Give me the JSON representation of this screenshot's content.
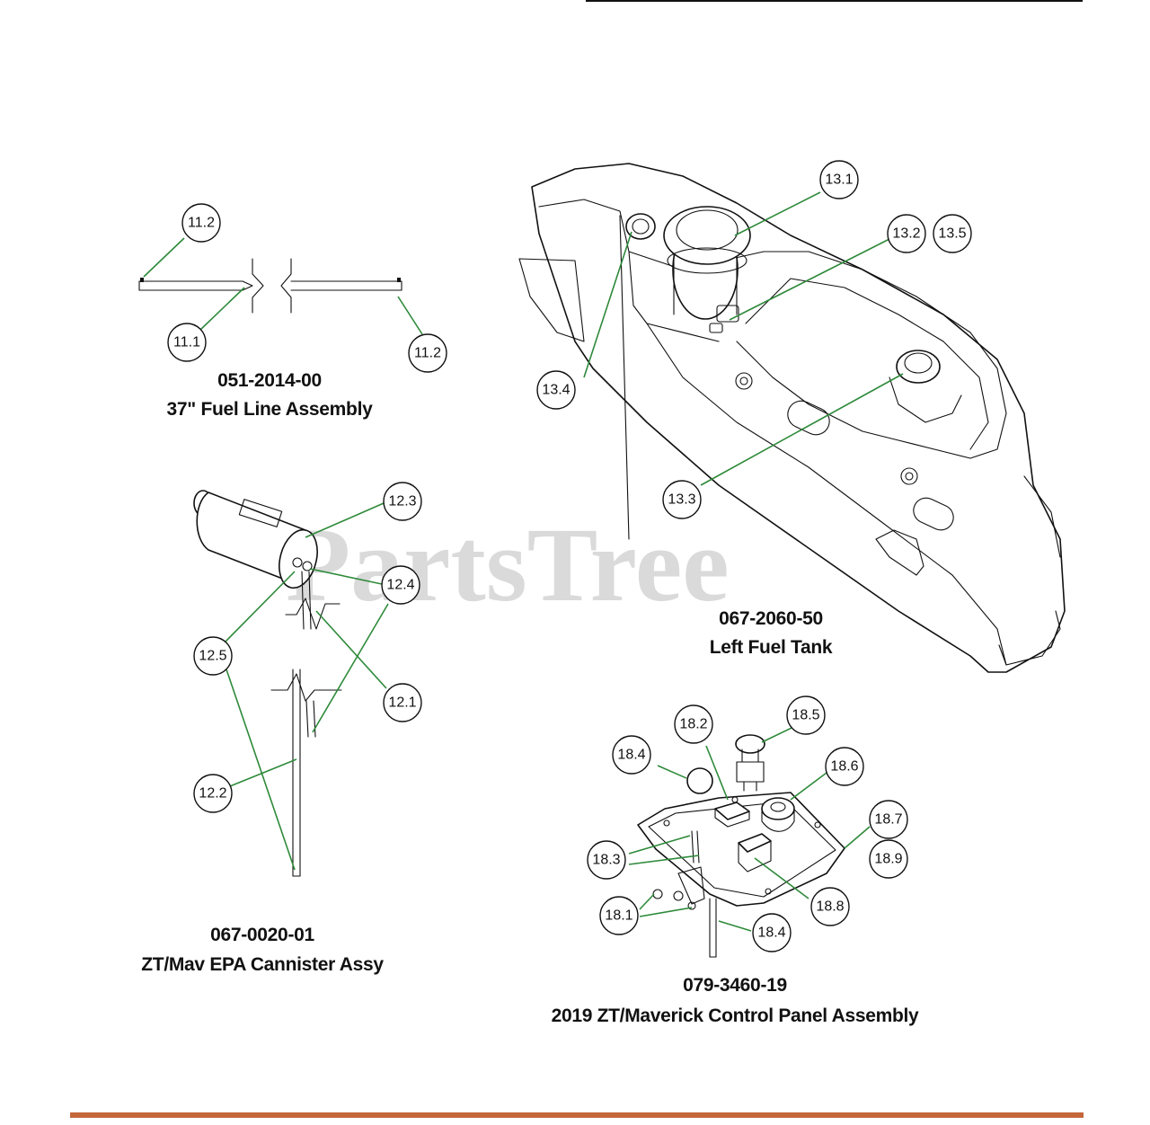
{
  "watermark": {
    "text": "PartsTree",
    "tm": "™"
  },
  "colors": {
    "leader": "#2e8a3a",
    "footer_bar": "#c4663a",
    "line": "#111111"
  },
  "assemblies": [
    {
      "id": "fuel-line",
      "part_number": "051-2014-00",
      "name": "37\" Fuel Line Assembly"
    },
    {
      "id": "canister",
      "part_number": "067-0020-01",
      "name": "ZT/Mav EPA Cannister Assy"
    },
    {
      "id": "fuel-tank",
      "part_number": "067-2060-50",
      "name": "Left Fuel Tank"
    },
    {
      "id": "control-panel",
      "part_number": "079-3460-19",
      "name": "2019 ZT/Maverick Control Panel Assembly"
    }
  ],
  "callouts": {
    "c11_2a": "11.2",
    "c11_1": "11.1",
    "c11_2b": "11.2",
    "c13_1": "13.1",
    "c13_2": "13.2",
    "c13_5": "13.5",
    "c13_4": "13.4",
    "c13_3": "13.3",
    "c12_3": "12.3",
    "c12_4": "12.4",
    "c12_5": "12.5",
    "c12_1": "12.1",
    "c12_2": "12.2",
    "c18_2": "18.2",
    "c18_5": "18.5",
    "c18_4a": "18.4",
    "c18_6": "18.6",
    "c18_7": "18.7",
    "c18_9": "18.9",
    "c18_3": "18.3",
    "c18_8": "18.8",
    "c18_1": "18.1",
    "c18_4b": "18.4"
  }
}
